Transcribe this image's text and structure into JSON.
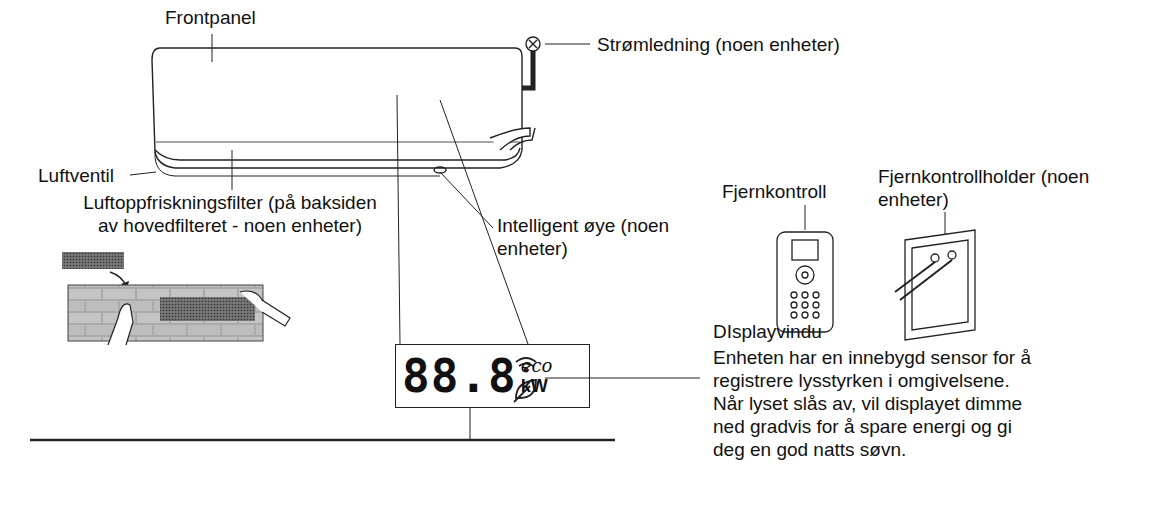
{
  "diagram": {
    "nodes": [
      {
        "text": [
          "88.8",
          "eco",
          "kW"
        ]
      }
    ],
    "labels": [
      "Frontpanel",
      "Strømledning (noen enheter)",
      "Fjernkontroll",
      "Fjernkontrollholder (noen enheter)",
      "Luftventil",
      "Luftoppfriskningsfilter (på baksiden av hovedfilteret - noen enheter)",
      "Intelligent øye (noen enheter)",
      "DIsplayvindu",
      "Enheten har en innebygd sensor for å registrere lysstyrken i omgivelsene. Når lyset slås av, vil displayet dimme ned gradvis for å spare energi og gi deg en god natts søvn."
    ]
  }
}
